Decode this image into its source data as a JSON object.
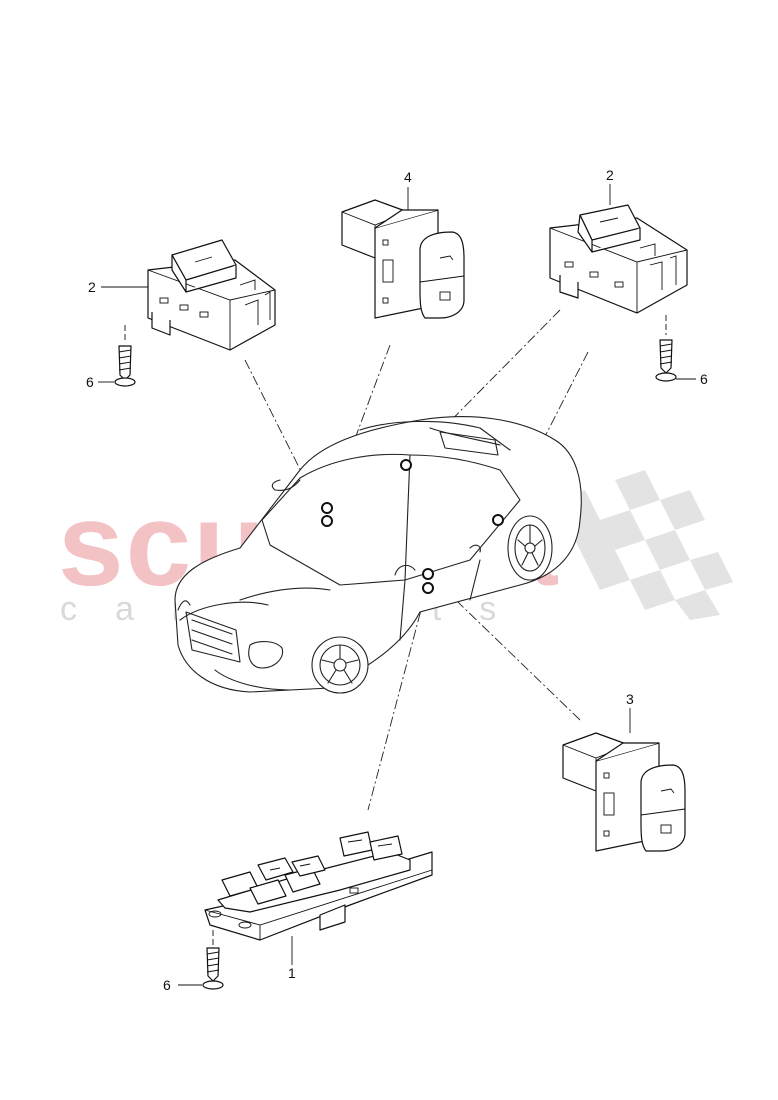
{
  "watermark": {
    "brand": "scuderia",
    "tagline": "car parts"
  },
  "callouts": {
    "part_1": "1",
    "part_2_left": "2",
    "part_2_right": "2",
    "part_3": "3",
    "part_4": "4",
    "part_6_left": "6",
    "part_6_right": "6",
    "part_6_bottom": "6"
  }
}
